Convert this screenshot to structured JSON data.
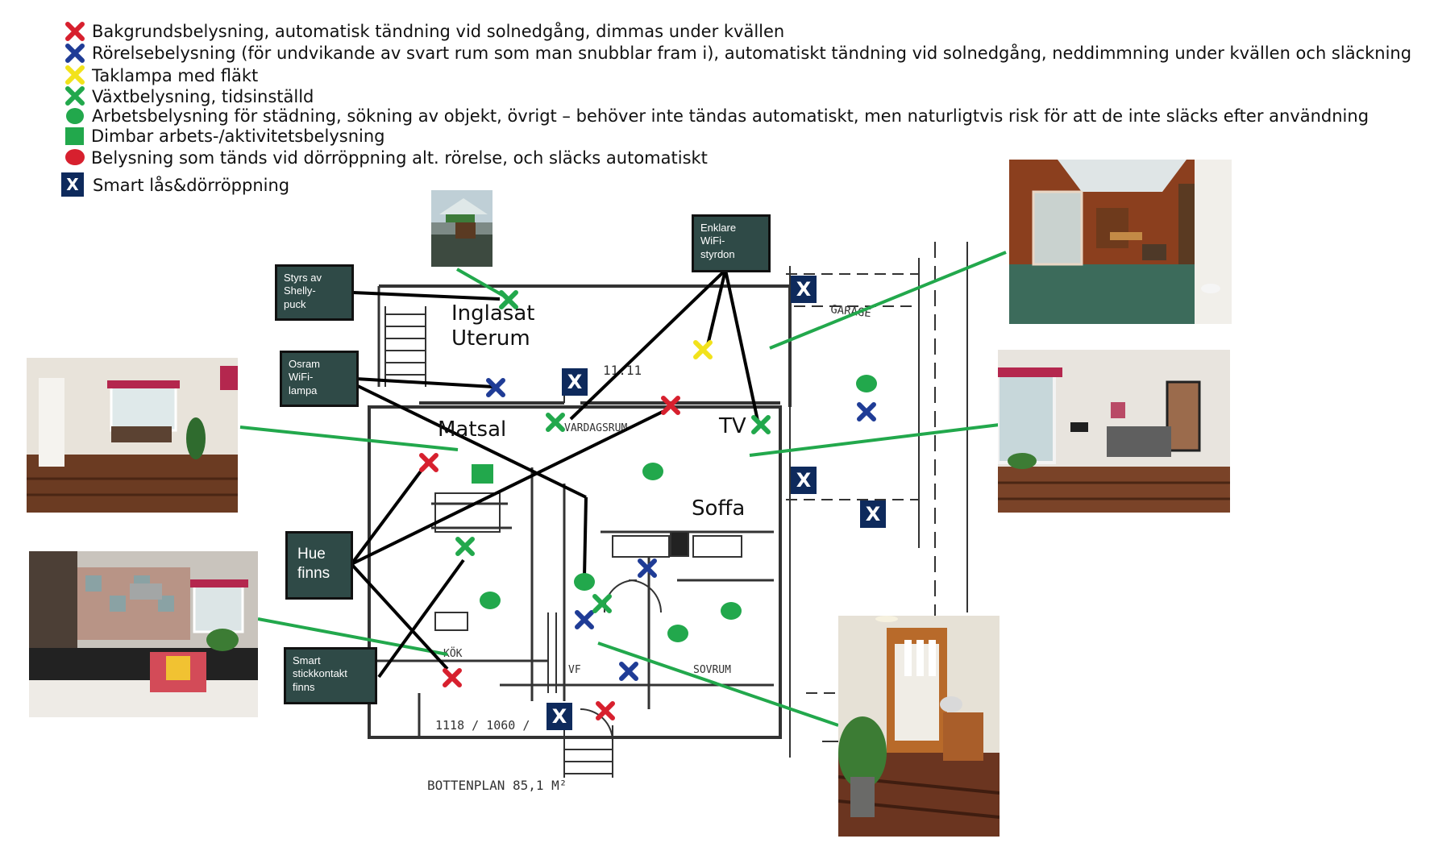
{
  "legend": [
    {
      "symbol": "cross",
      "color": "#d7202e",
      "text": "Bakgrundsbelysning, automatisk tändning vid solnedgång, dimmas under kvällen"
    },
    {
      "symbol": "cross",
      "color": "#1f3c96",
      "text": "Rörelsebelysning (för undvikande av svart rum som man snubblar fram i), automatiskt tändning vid solnedgång, neddimmning under kvällen och släckning"
    },
    {
      "symbol": "cross",
      "color": "#f2e21b",
      "text": "Taklampa med fläkt"
    },
    {
      "symbol": "cross",
      "color": "#22a84c",
      "text": "Växtbelysning, tidsinställd"
    },
    {
      "symbol": "dot",
      "color": "#22a84c",
      "text": "Arbetsbelysning för städning, sökning av objekt, övrigt – behöver inte tändas automatiskt, men naturligtvis risk för att de inte släcks efter användning"
    },
    {
      "symbol": "square",
      "color": "#22a84c",
      "text": "Dimbar arbets-/aktivitetsbelysning"
    },
    {
      "symbol": "dot",
      "color": "#d7202e",
      "text": "Belysning som tänds vid dörröppning alt. rörelse,  och släcks automatiskt"
    },
    {
      "symbol": "lock",
      "color": "#0e2a5c",
      "text": "Smart lås&dörröppning"
    }
  ],
  "lock_glyph": "X",
  "callouts": {
    "enklare": [
      "Enklare",
      "WiFi-",
      "styrdon"
    ],
    "shelly": [
      "Styrs av",
      "Shelly-",
      "puck"
    ],
    "osram": [
      "Osram",
      "WiFi-",
      "lampa"
    ],
    "hue": [
      "Hue",
      "finns"
    ],
    "smart": [
      "Smart",
      "stickkontakt",
      "finns"
    ]
  },
  "rooms": {
    "uterum": [
      "Inglasat",
      "Uterum"
    ],
    "matsal": "Matsal",
    "tv": "TV",
    "soffa": "Soffa"
  },
  "plan_labels": {
    "garage": "GARAGE",
    "num": "11.11",
    "vardagsrum": "VARDAGSRUM",
    "sovrum": "SOVRUM",
    "kok": "KÖK",
    "vf": "VF",
    "area": "1118 / 1060 /",
    "bottenplan": "BOTTENPLAN   85,1 M²"
  },
  "colors": {
    "red": "#d7202e",
    "blue": "#1f3c96",
    "yellow": "#f2e21b",
    "green": "#22a84c",
    "callout": "#2f4a47",
    "lock": "#0e2a5c",
    "link": "#22a84c"
  }
}
